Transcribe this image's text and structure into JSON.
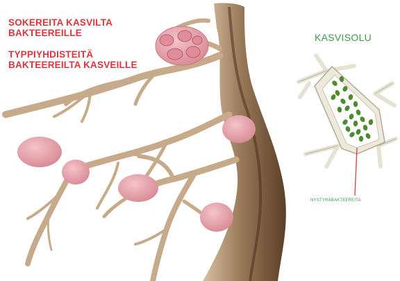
{
  "labels": {
    "sugars": [
      "SOKEREITA KASVILTA",
      "BAKTEEREILLE"
    ],
    "nitrogen": [
      "TYPPIYHDISTEITÄ",
      "BAKTEEREILTA KASVEILLE"
    ],
    "plant_cell_title": "KASVISOLU",
    "bacteria_caption": "NYSTYRÄBAKTEEREITA"
  },
  "colors": {
    "label_red": "#e0333c",
    "label_green": "#3c9a4a",
    "root": "#c4a98b",
    "nodule": "#e7a3ab",
    "bacterium": "#4e8a2e"
  }
}
